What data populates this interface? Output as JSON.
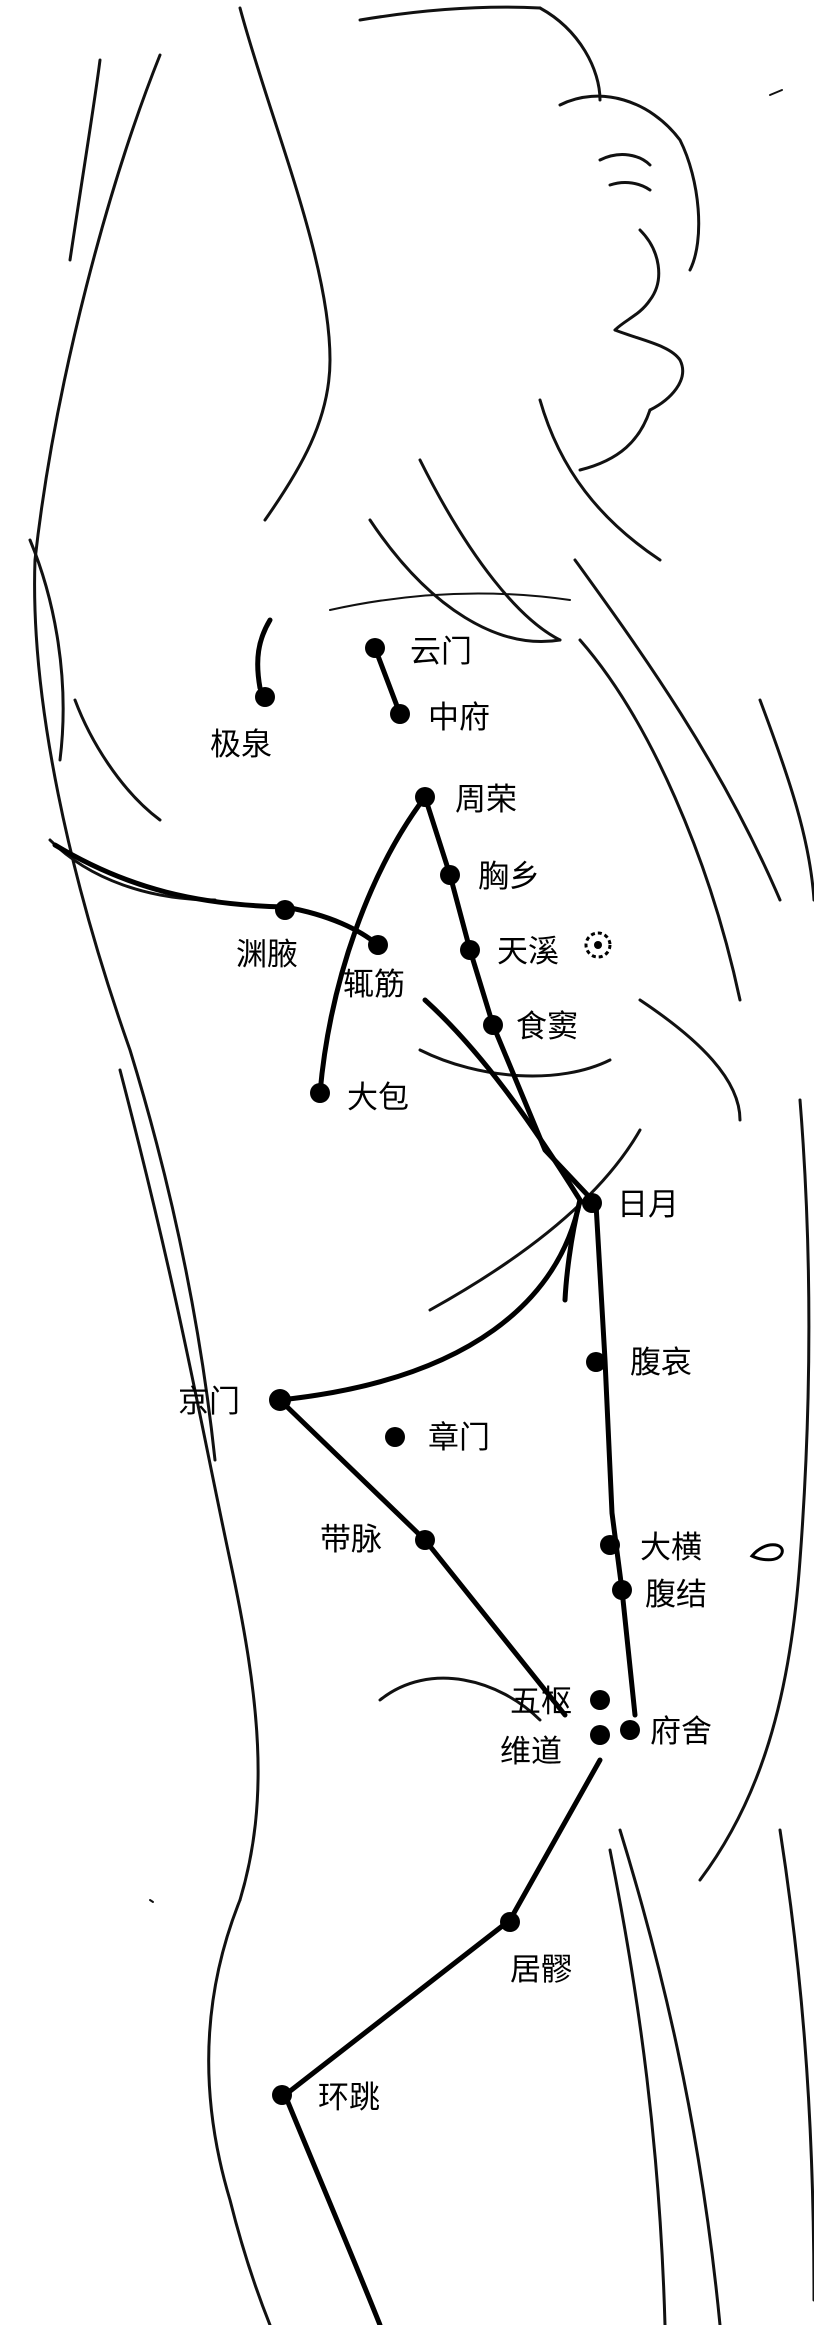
{
  "colors": {
    "ink": "#000000",
    "background": "#ffffff"
  },
  "points": {
    "yunmen": "云门",
    "zhongfu": "中府",
    "jiquan": "极泉",
    "zhourong": "周荣",
    "xiongxiang": "胸乡",
    "tianxi": "天溪",
    "shidou": "食窦",
    "yuanye": "渊腋",
    "zhejin": "辄筋",
    "dabao": "大包",
    "riyue": "日月",
    "fuai": "腹哀",
    "jingmen": "京门",
    "zhangmen": "章门",
    "daimai": "带脉",
    "daheng": "大横",
    "fujie": "腹结",
    "wushu": "五枢",
    "weidao": "维道",
    "fushe": "府舍",
    "juliao": "居髎",
    "huantiao": "环跳"
  },
  "marks": {
    "tianxi_symbol": "ring-dot-icon",
    "daheng_symbol": "navel-icon"
  }
}
